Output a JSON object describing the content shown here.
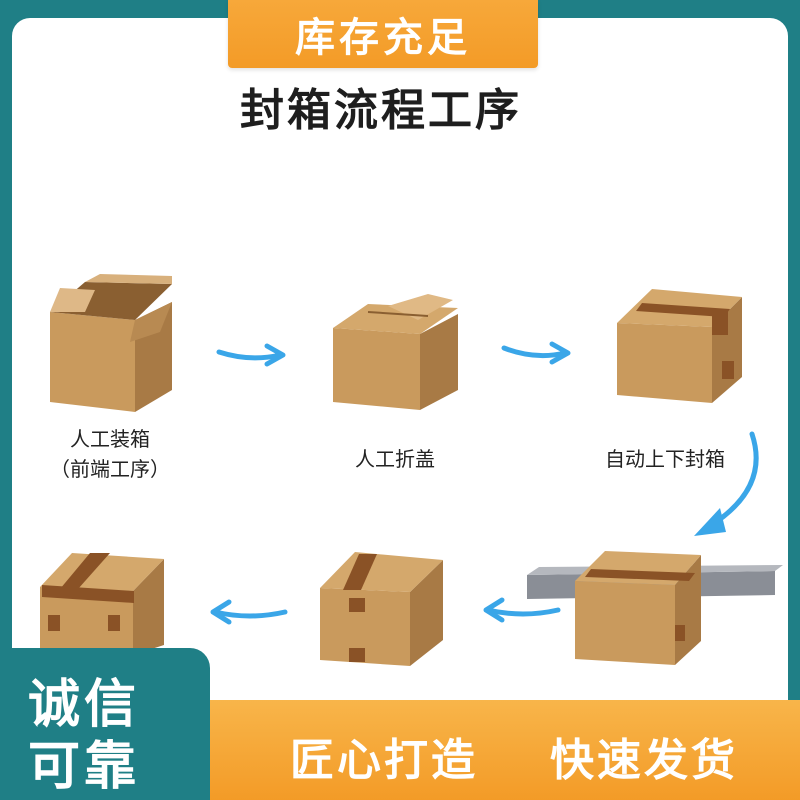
{
  "badge": {
    "text": "库存充足"
  },
  "title": {
    "text": "封箱流程工序"
  },
  "steps": [
    {
      "label_line1": "人工装箱",
      "label_line2": "（前端工序）"
    },
    {
      "label_line1": "人工折盖"
    },
    {
      "label_line1": "自动上下封箱"
    }
  ],
  "footer": {
    "left_line1": "诚信",
    "left_line2": "可靠",
    "slogan1": "匠心打造",
    "slogan2": "快速发货"
  },
  "colors": {
    "teal": "#1f7f86",
    "orange": "#f39b27",
    "cardboard": "#c79b63",
    "arrow_blue": "#3aa6e8"
  }
}
